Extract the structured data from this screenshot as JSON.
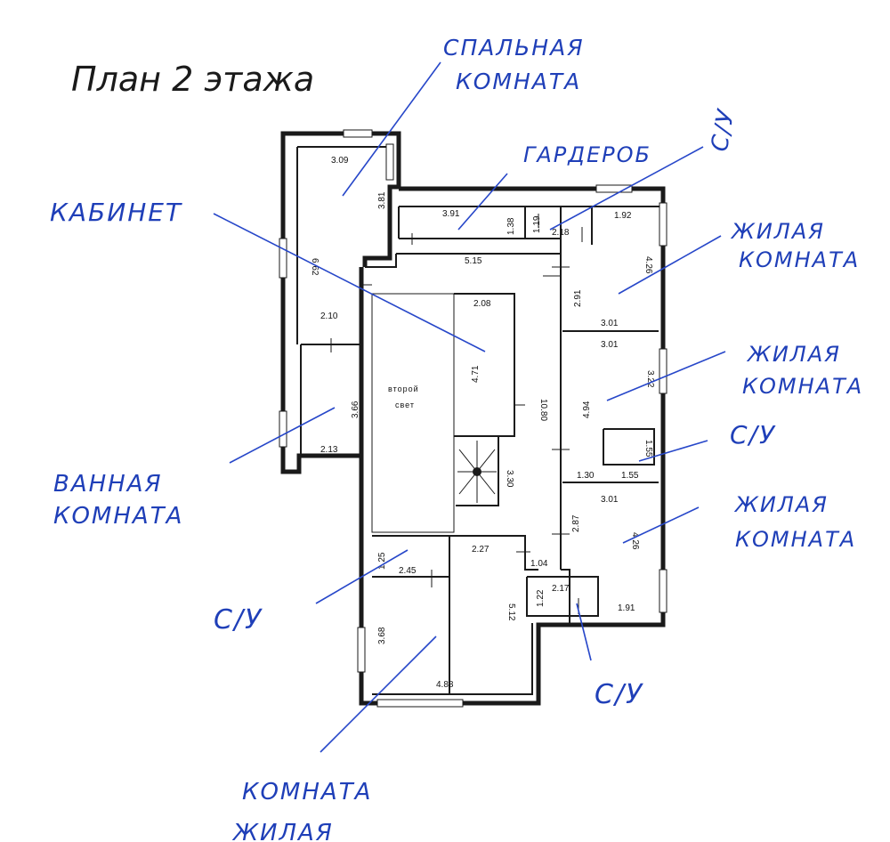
{
  "title": "План 2 этажа",
  "labels": {
    "spalnaya_1": "СПАЛЬНАЯ",
    "spalnaya_2": "КОМНАТА",
    "garderob": "ГАРДЕРОБ",
    "su_top": "С/У",
    "kabinet": "КАБИНЕТ",
    "zhilaya1_1": "ЖИЛАЯ",
    "zhilaya1_2": "КОМНАТА",
    "zhilaya2_1": "ЖИЛАЯ",
    "zhilaya2_2": "КОМНАТА",
    "su_right": "С/У",
    "zhilaya3_1": "ЖИЛАЯ",
    "zhilaya3_2": "КОМНАТА",
    "vannaya_1": "ВАННАЯ",
    "vannaya_2": "КОМНАТА",
    "su_left": "С/У",
    "su_bottom": "С/У",
    "komnata_1": "КОМНАТА",
    "komnata_2": "ЖИЛАЯ"
  },
  "center_label": {
    "line1": "второй",
    "line2": "свет"
  },
  "dims": {
    "d309": "3.09",
    "d381": "3.81",
    "d662": "6.62",
    "d210": "2.10",
    "d366": "3.66",
    "d213": "2.13",
    "d391": "3.91",
    "d138": "1.38",
    "d119": "1.19",
    "d218": "2.18",
    "d192": "1.92",
    "d426a": "4.26",
    "d515": "5.15",
    "d291": "2.91",
    "d301a": "3.01",
    "d208": "2.08",
    "d471": "4.71",
    "d301b": "3.01",
    "d322": "3.22",
    "d494": "4.94",
    "d1080": "10.80",
    "d155a": "1.55",
    "d130": "1.30",
    "d155b": "1.55",
    "d330": "3.30",
    "d301c": "3.01",
    "d287": "2.87",
    "d426b": "4.26",
    "d125": "1.25",
    "d245": "2.45",
    "d227": "2.27",
    "d104": "1.04",
    "d122": "1.22",
    "d217": "2.17",
    "d191": "1.91",
    "d368": "3.68",
    "d512": "5.12",
    "d488": "4.88"
  },
  "colors": {
    "ink": "#1a1a1a",
    "annotation": "#1f3fb8"
  }
}
